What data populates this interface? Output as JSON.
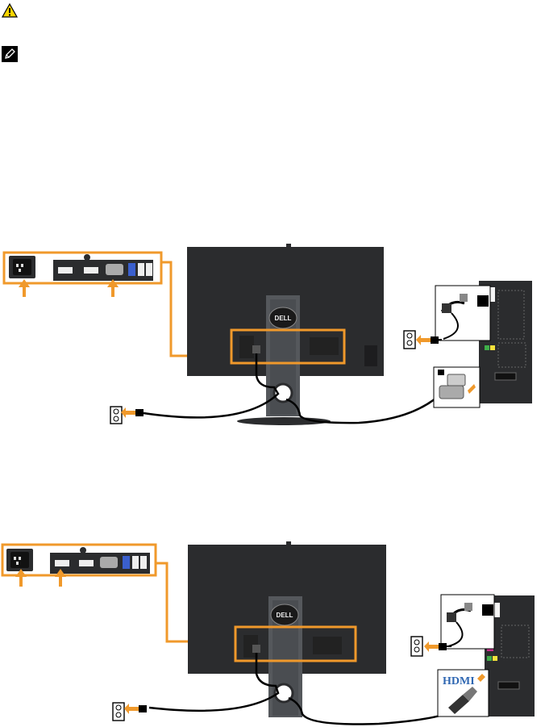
{
  "icons": [
    {
      "name": "caution-icon",
      "symbol": "!"
    },
    {
      "name": "note-icon",
      "symbol": "pencil"
    }
  ],
  "diagrams": [
    {
      "id": "vga-connection",
      "monitor_logo": "DELL",
      "highlighted_ports": [
        "power",
        "vga"
      ],
      "cable_type": "VGA"
    },
    {
      "id": "hdmi-connection",
      "monitor_logo": "DELL",
      "highlighted_ports": [
        "power",
        "hdmi"
      ],
      "cable_type": "HDMI",
      "cable_label": "HDMI"
    }
  ],
  "colors": {
    "highlight": "#f0992b",
    "monitor": "#2b2c2e",
    "stand": "#55585c",
    "cable": "#000000"
  }
}
